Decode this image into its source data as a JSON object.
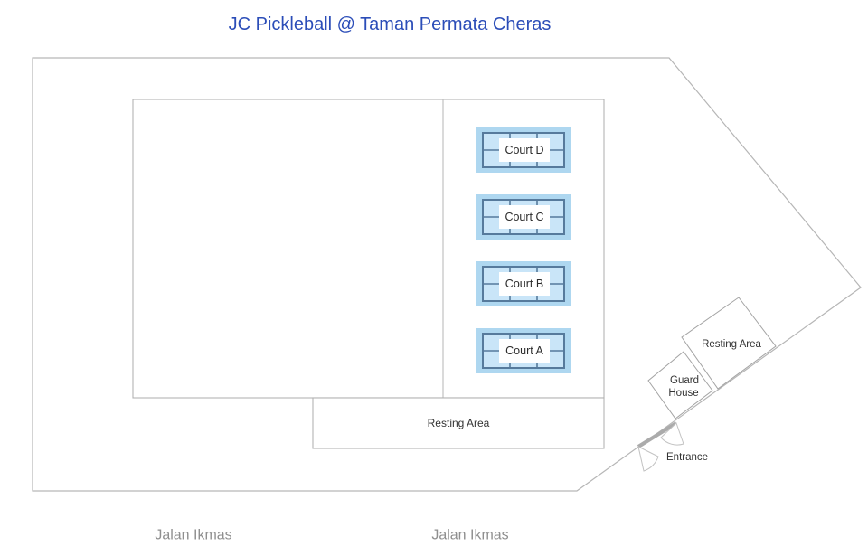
{
  "title": {
    "text": "JC Pickleball @ Taman Permata Cheras",
    "color": "#2b4db8"
  },
  "courts": [
    {
      "id": "D",
      "label": "Court D"
    },
    {
      "id": "C",
      "label": "Court C"
    },
    {
      "id": "B",
      "label": "Court B"
    },
    {
      "id": "A",
      "label": "Court A"
    }
  ],
  "areas": {
    "resting_area_bottom": "Resting Area",
    "resting_area_side": "Resting Area",
    "guard_house_line1": "Guard",
    "guard_house_line2": "House",
    "entrance": "Entrance"
  },
  "streets": {
    "left": "Jalan Ikmas",
    "right": "Jalan Ikmas"
  },
  "colors": {
    "title_blue": "#2b4db8",
    "court_halo": "#aed7f0",
    "court_fill": "#c9e5f8",
    "court_line": "#567a9c",
    "boundary_gray": "#b6b6b6",
    "street_gray": "#8f8f8f"
  }
}
